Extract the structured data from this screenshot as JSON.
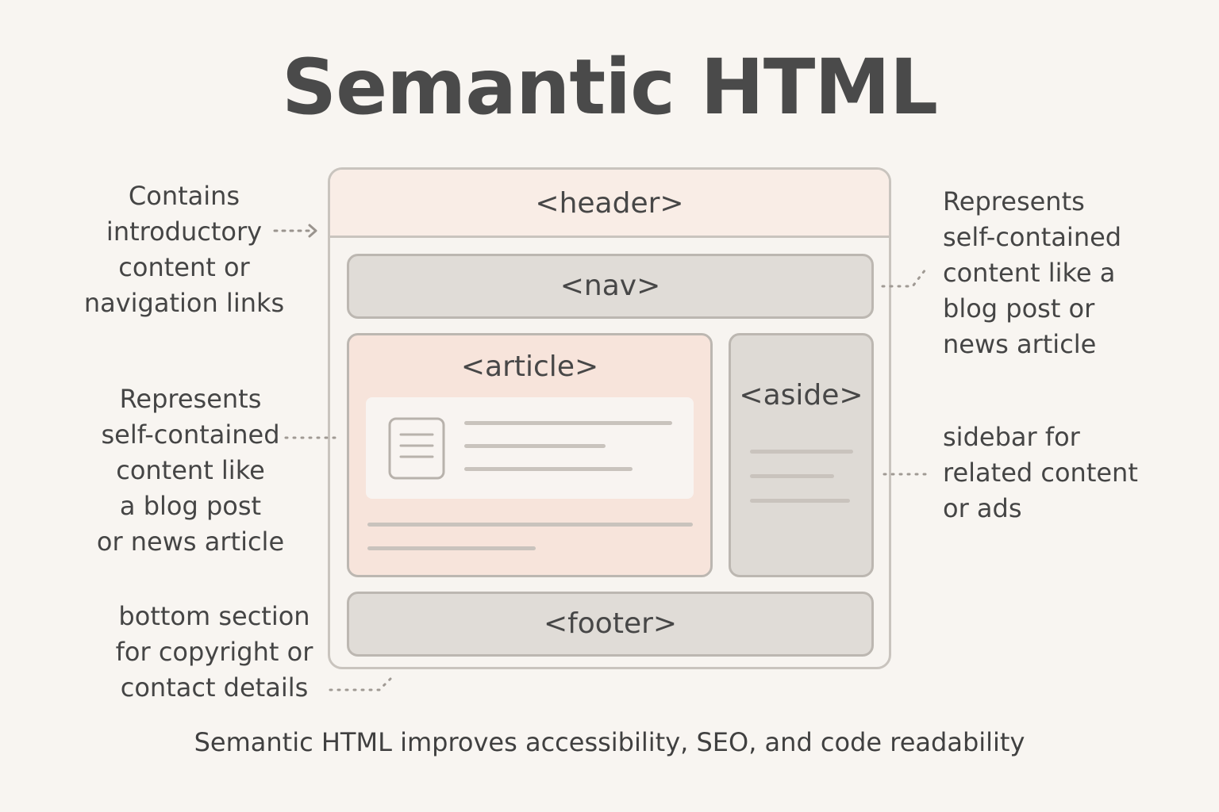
{
  "title": "Semantic HTML",
  "regions": {
    "header": "<header>",
    "nav": "<nav>",
    "article": "<article>",
    "aside": "<aside>",
    "footer": "<footer>"
  },
  "annotations": {
    "header": [
      "Contains",
      "introductory",
      "content or",
      "navigation links"
    ],
    "nav": [
      "Represents",
      "self-contained",
      "content like a",
      "blog post or",
      "news article"
    ],
    "article": [
      "Represents",
      "self-contained",
      "content like",
      "a blog post",
      "or news article"
    ],
    "aside": [
      "sidebar for",
      "related content",
      "or ads"
    ],
    "footer": [
      "bottom section",
      "for copyright or",
      "contact details"
    ]
  },
  "footer_note": "Semantic HTML improves accessibility, SEO, and code readability",
  "colors": {
    "background": "#f8f5f1",
    "header_fill": "#f9ede6",
    "article_fill": "#f7e4db",
    "gray_fill": "#e0dcd7",
    "border": "#c9c4be",
    "text": "#404040"
  }
}
